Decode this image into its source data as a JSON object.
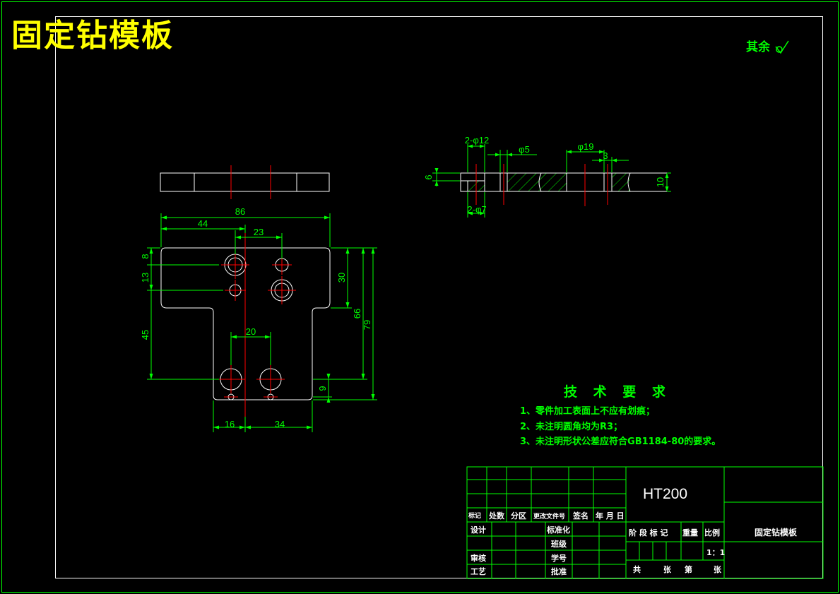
{
  "title": "固定钻模板",
  "roughness_note": "其余",
  "colors": {
    "background": "#000000",
    "border": "#00ff00",
    "outline": "#ffffff",
    "dimension": "#00ff00",
    "centerline": "#ff0000",
    "title": "#ffff00"
  },
  "top_view_dims": [
    "86",
    "44",
    "23",
    "20",
    "16",
    "34",
    "8",
    "13",
    "45",
    "30",
    "66",
    "79",
    "9"
  ],
  "section_dims": [
    "2-φ12",
    "φ5",
    "φ19",
    "3",
    "6",
    "10",
    "2-φ7"
  ],
  "requirements": {
    "heading": "技 术 要 求",
    "items": [
      "1、零件加工表面上不应有划痕；",
      "2、未注明圆角均为R3；",
      "3、未注明形状公差应符合GB1184-80的要求。"
    ]
  },
  "title_block": {
    "material": "HT200",
    "part_name": "固定钻模板",
    "scale": "1：1",
    "revision_headers": [
      "标记",
      "处数",
      "分区",
      "更改文件号",
      "签名",
      "年 月 日"
    ],
    "left_labels": [
      "设计",
      "审核",
      "工艺"
    ],
    "mid_labels": [
      "标准化",
      "班级",
      "学号",
      "批准"
    ],
    "stage_headers": [
      "阶 段 标 记",
      "重量",
      "比例"
    ],
    "sheet_labels": [
      "共",
      "张",
      "第",
      "张"
    ]
  }
}
